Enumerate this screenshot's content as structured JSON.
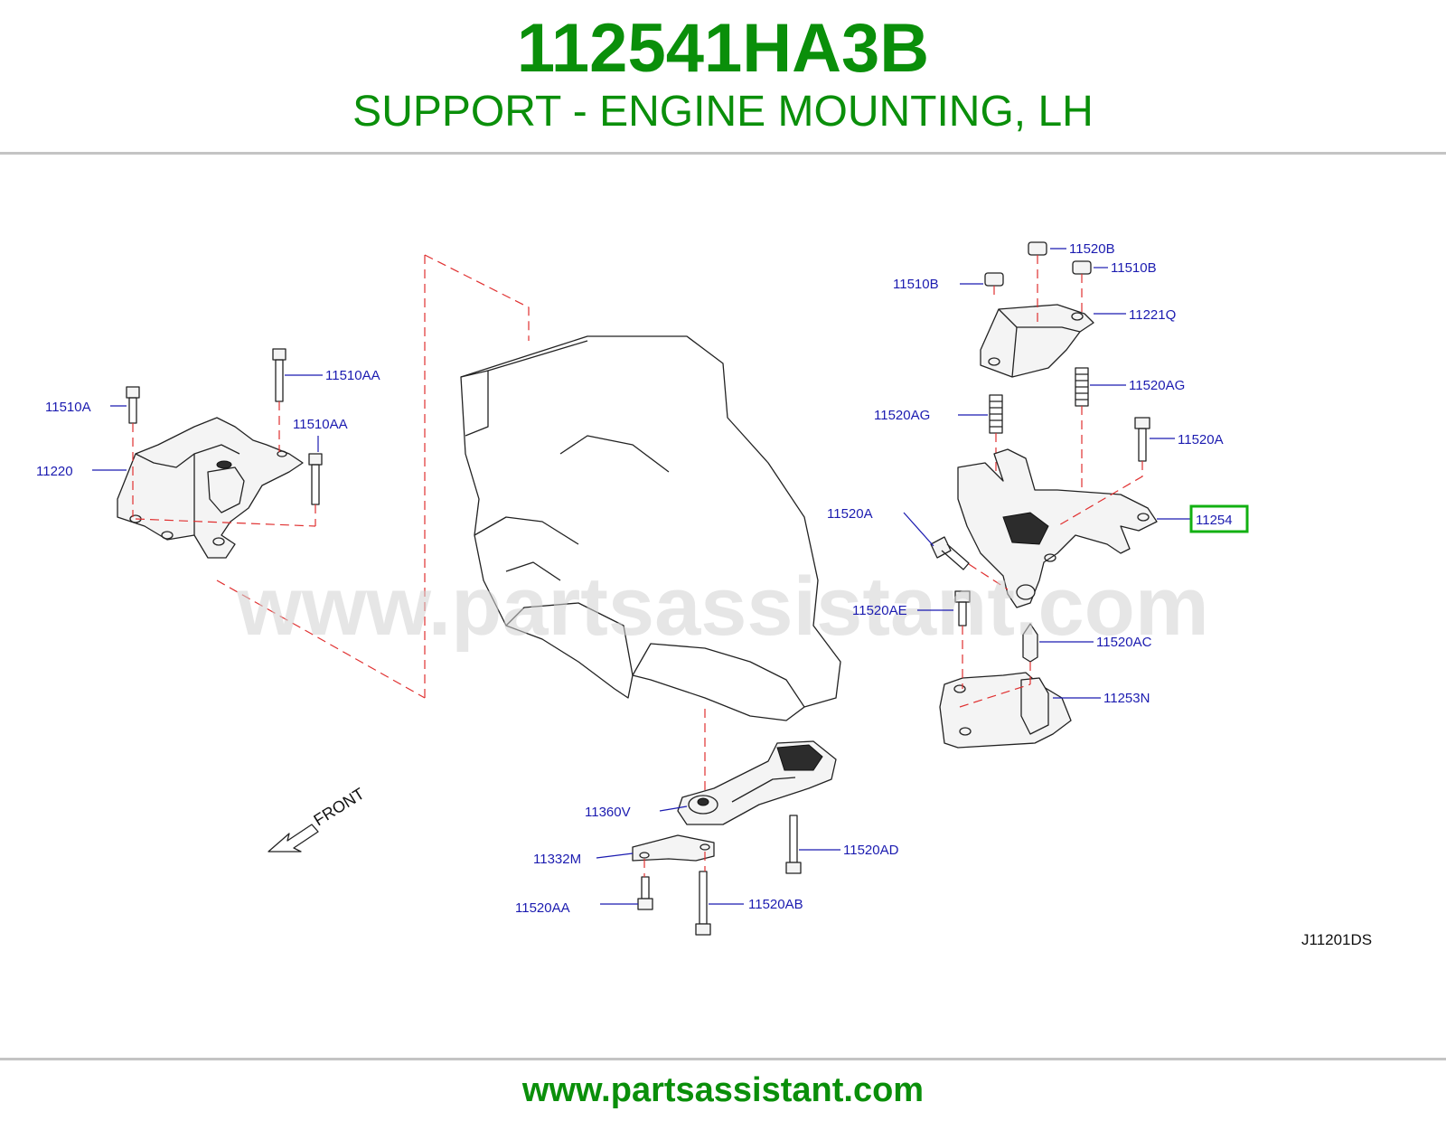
{
  "header": {
    "part_number": "112541HA3B",
    "description": "SUPPORT - ENGINE MOUNTING, LH"
  },
  "diagram": {
    "code": "J11201DS",
    "front_label": "FRONT",
    "watermark": "www.partsassistant.com",
    "highlight_color": "#12b012",
    "callouts": [
      {
        "id": "11520B",
        "label": "11520B"
      },
      {
        "id": "11510B_a",
        "label": "11510B"
      },
      {
        "id": "11510B_b",
        "label": "11510B"
      },
      {
        "id": "11221Q",
        "label": "11221Q"
      },
      {
        "id": "11520AG_a",
        "label": "11520AG"
      },
      {
        "id": "11520AG_b",
        "label": "11520AG"
      },
      {
        "id": "11520A_a",
        "label": "11520A"
      },
      {
        "id": "11520A_b",
        "label": "11520A"
      },
      {
        "id": "11254",
        "label": "11254",
        "highlighted": true
      },
      {
        "id": "11520AE",
        "label": "11520AE"
      },
      {
        "id": "11520AC",
        "label": "11520AC"
      },
      {
        "id": "11253N",
        "label": "11253N"
      },
      {
        "id": "11510AA_a",
        "label": "11510AA"
      },
      {
        "id": "11510AA_b",
        "label": "11510AA"
      },
      {
        "id": "11510A",
        "label": "11510A"
      },
      {
        "id": "11220",
        "label": "11220"
      },
      {
        "id": "11360V",
        "label": "11360V"
      },
      {
        "id": "11332M",
        "label": "11332M"
      },
      {
        "id": "11520AD",
        "label": "11520AD"
      },
      {
        "id": "11520AA",
        "label": "11520AA"
      },
      {
        "id": "11520AB",
        "label": "11520AB"
      }
    ]
  },
  "footer": {
    "url": "www.partsassistant.com"
  },
  "colors": {
    "brand_green": "#0a8f0a",
    "callout_blue": "#1b1bb0",
    "dash_red": "#e03030"
  }
}
